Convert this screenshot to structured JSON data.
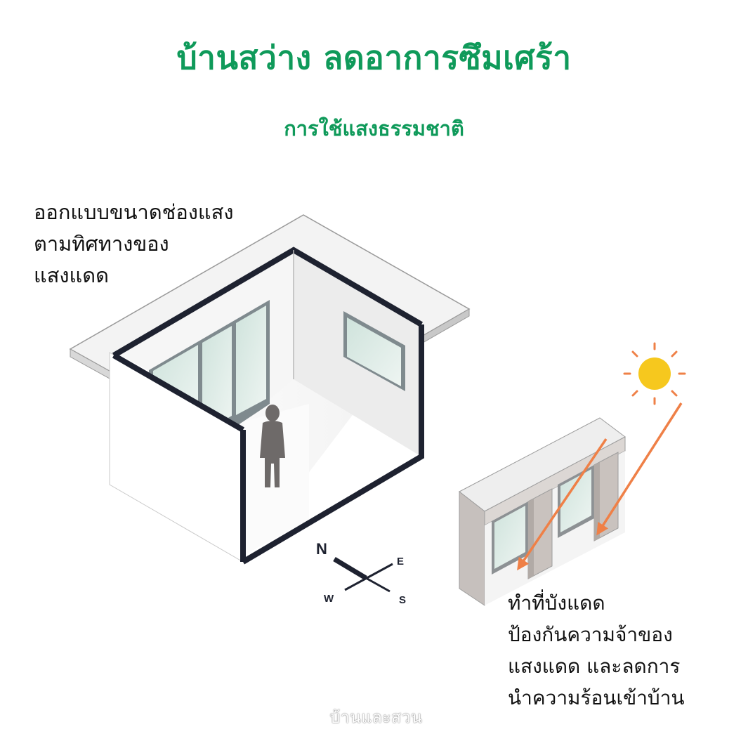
{
  "title": "บ้านสว่าง ลดอาการซึมเศร้า",
  "subtitle": "การใช้แสงธรรมชาติ",
  "note_left": {
    "lines": [
      "ออกแบบขนาดช่องแสง",
      "ตามทิศทางของ",
      "แสงแดด"
    ]
  },
  "note_right": {
    "lines": [
      "ทำที่บังแดด",
      "ป้องกันความจ้าของ",
      "แสงแดด และลดการ",
      "นำความร้อนเข้าบ้าน"
    ]
  },
  "compass": {
    "n": "N",
    "e": "E",
    "s": "S",
    "w": "W"
  },
  "watermark": "บ้านและสวน",
  "colors": {
    "title_green": "#0f9a5a",
    "sun": "#f6c81e",
    "sun_arrow": "#ef8047",
    "wall_outline": "#1e2230",
    "glass": "#d6e6e1"
  }
}
